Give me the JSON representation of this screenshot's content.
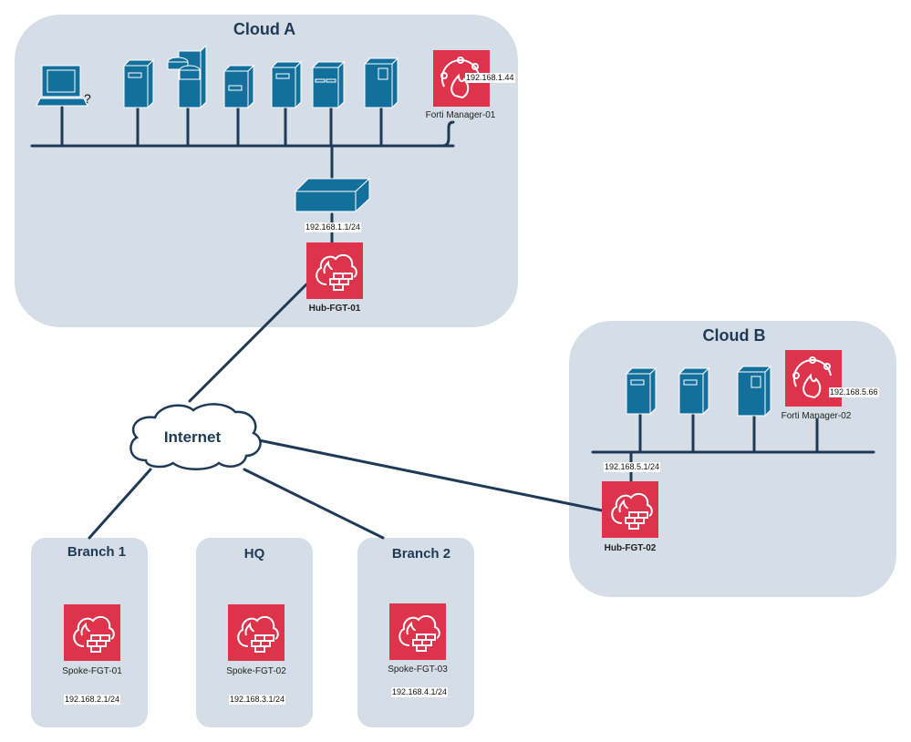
{
  "colors": {
    "zone": "#d5dee6",
    "line": "#1f3a56",
    "device": "#13709c",
    "fortinet_red": "#dd344c"
  },
  "zones": {
    "cloud_a": {
      "title": "Cloud A"
    },
    "cloud_b": {
      "title": "Cloud B"
    },
    "branch1": {
      "title": "Branch 1"
    },
    "hq": {
      "title": "HQ"
    },
    "branch2": {
      "title": "Branch 2"
    }
  },
  "internet": {
    "label": "Internet"
  },
  "devices": {
    "forti_manager_01": {
      "label": "Forti Manager-01",
      "ip": "192.168.1.44"
    },
    "hub_fgt_01": {
      "label": "Hub-FGT-01",
      "ip": "192.168.1.1/24"
    },
    "forti_manager_02": {
      "label": "Forti Manager-02",
      "ip": "192.168.5.66"
    },
    "hub_fgt_02": {
      "label": "Hub-FGT-02",
      "ip": "192.168.5.1/24"
    },
    "spoke_fgt_01": {
      "label": "Spoke-FGT-01",
      "ip": "192.168.2.1/24"
    },
    "spoke_fgt_02": {
      "label": "Spoke-FGT-02",
      "ip": "192.168.3.1/24"
    },
    "spoke_fgt_03": {
      "label": "Spoke-FGT-03",
      "ip": "192.168.4.1/24"
    }
  },
  "icons": {
    "cloud_a_hosts": [
      "workstation-icon",
      "server-icon",
      "database-server-icon",
      "server-icon",
      "server-icon",
      "server-icon",
      "mainframe-icon"
    ],
    "cloud_b_hosts": [
      "server-icon",
      "server-icon",
      "mainframe-icon"
    ],
    "switch": "switch-icon",
    "firewall": "firewall-icon",
    "manager": "forti-manager-icon"
  }
}
